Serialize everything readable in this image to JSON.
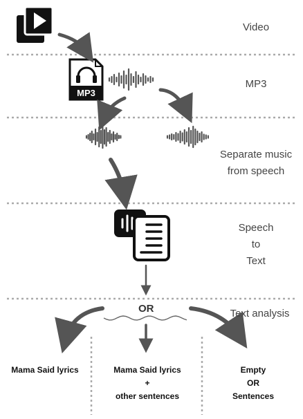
{
  "stages": {
    "video": "Video",
    "mp3": "MP3",
    "separate": "Separate music\nfrom speech",
    "speech_to_text": "Speech\nto\nText",
    "text_analysis": "Text analysis"
  },
  "icons": {
    "video": "video-library-icon",
    "mp3": "mp3-file-icon",
    "speech_text": "speech-to-text-icon"
  },
  "or_label": "OR",
  "mp3_badge": "MP3",
  "results": {
    "left": "Mama Said lyrics",
    "middle": "Mama Said lyrics\n+\nother sentences",
    "right": "Empty\nOR\nSentences"
  },
  "colors": {
    "icon": "#111111",
    "arrow": "#555555",
    "divider": "#aaaaaa"
  }
}
